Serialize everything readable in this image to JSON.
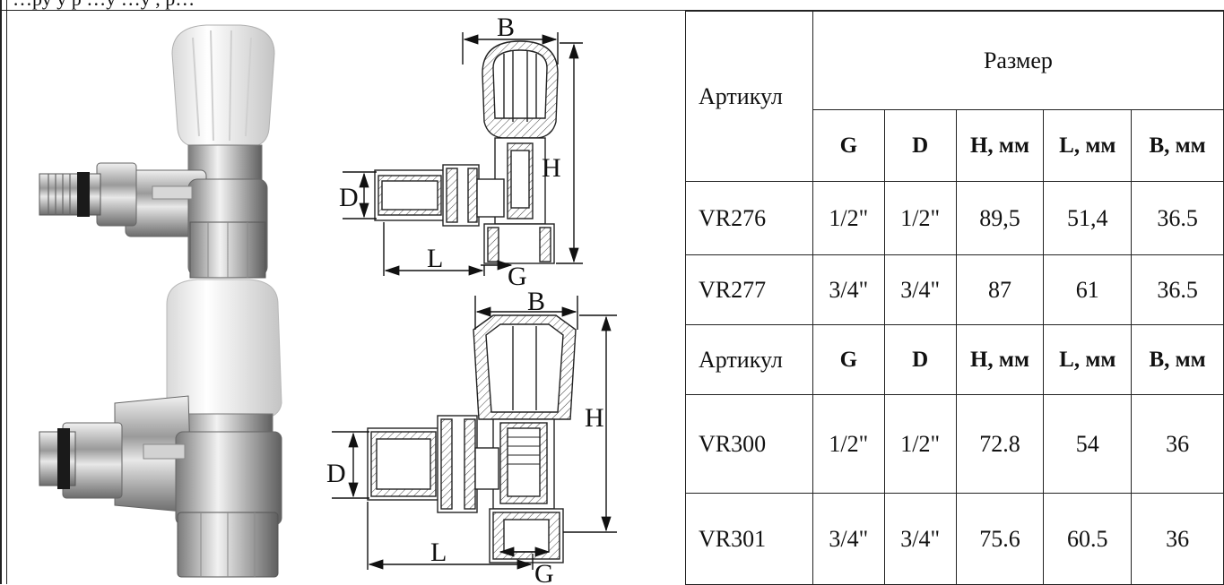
{
  "caption": "…ру у р …у …у , р…",
  "drawings": {
    "top": {
      "b": "B",
      "h": "H",
      "d": "D",
      "l": "L",
      "g": "G"
    },
    "bottom": {
      "b": "B",
      "h": "H",
      "d": "D",
      "l": "L",
      "g": "G"
    }
  },
  "table": {
    "article_header": "Артикул",
    "size_header": "Размер",
    "columns": [
      "G",
      "D",
      "H, мм",
      "L, мм",
      "B, мм"
    ],
    "group1": [
      {
        "article": "VR276",
        "g": "1/2\"",
        "d": "1/2\"",
        "h": "89,5",
        "l": "51,4",
        "b": "36.5"
      },
      {
        "article": "VR277",
        "g": "3/4\"",
        "d": "3/4\"",
        "h": "87",
        "l": "61",
        "b": "36.5"
      }
    ],
    "group2_header": {
      "article": "Артикул",
      "g": "G",
      "d": "D",
      "h": "H, мм",
      "l": "L, мм",
      "b": "B, мм"
    },
    "group2": [
      {
        "article": "VR300",
        "g": "1/2\"",
        "d": "1/2\"",
        "h": "72.8",
        "l": "54",
        "b": "36"
      },
      {
        "article": "VR301",
        "g": "3/4\"",
        "d": "3/4\"",
        "h": "75.6",
        "l": "60.5",
        "b": "36"
      }
    ]
  }
}
